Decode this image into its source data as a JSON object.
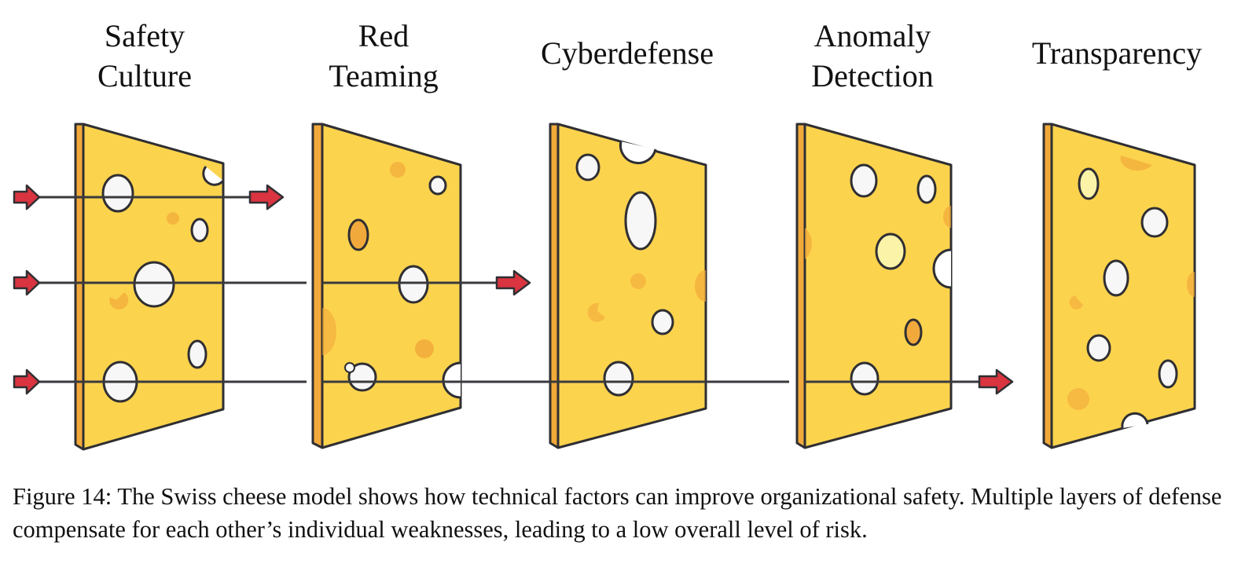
{
  "layers": [
    {
      "title": [
        "Safety",
        "Culture"
      ]
    },
    {
      "title": [
        "Red",
        "Teaming"
      ]
    },
    {
      "title": [
        "Cyberdefense"
      ]
    },
    {
      "title": [
        "Anomaly",
        "Detection"
      ]
    },
    {
      "title": [
        "Transparency"
      ]
    }
  ],
  "caption": {
    "label": "Figure 14:",
    "text": "The Swiss cheese model shows how technical factors can improve organizational safety. Multiple layers of defense compensate for each other’s individual weaknesses, leading to a low overall level of risk."
  },
  "colors": {
    "cheese": "#fcd34d",
    "cheese_edge": "#f2a93b",
    "outline": "#2f2f33",
    "hole": "#f7f7f7",
    "arrow": "#d9343f",
    "ray": "#3a3a3e"
  },
  "icons": [
    "red-arrow-icon",
    "cheese-slice-icon"
  ]
}
